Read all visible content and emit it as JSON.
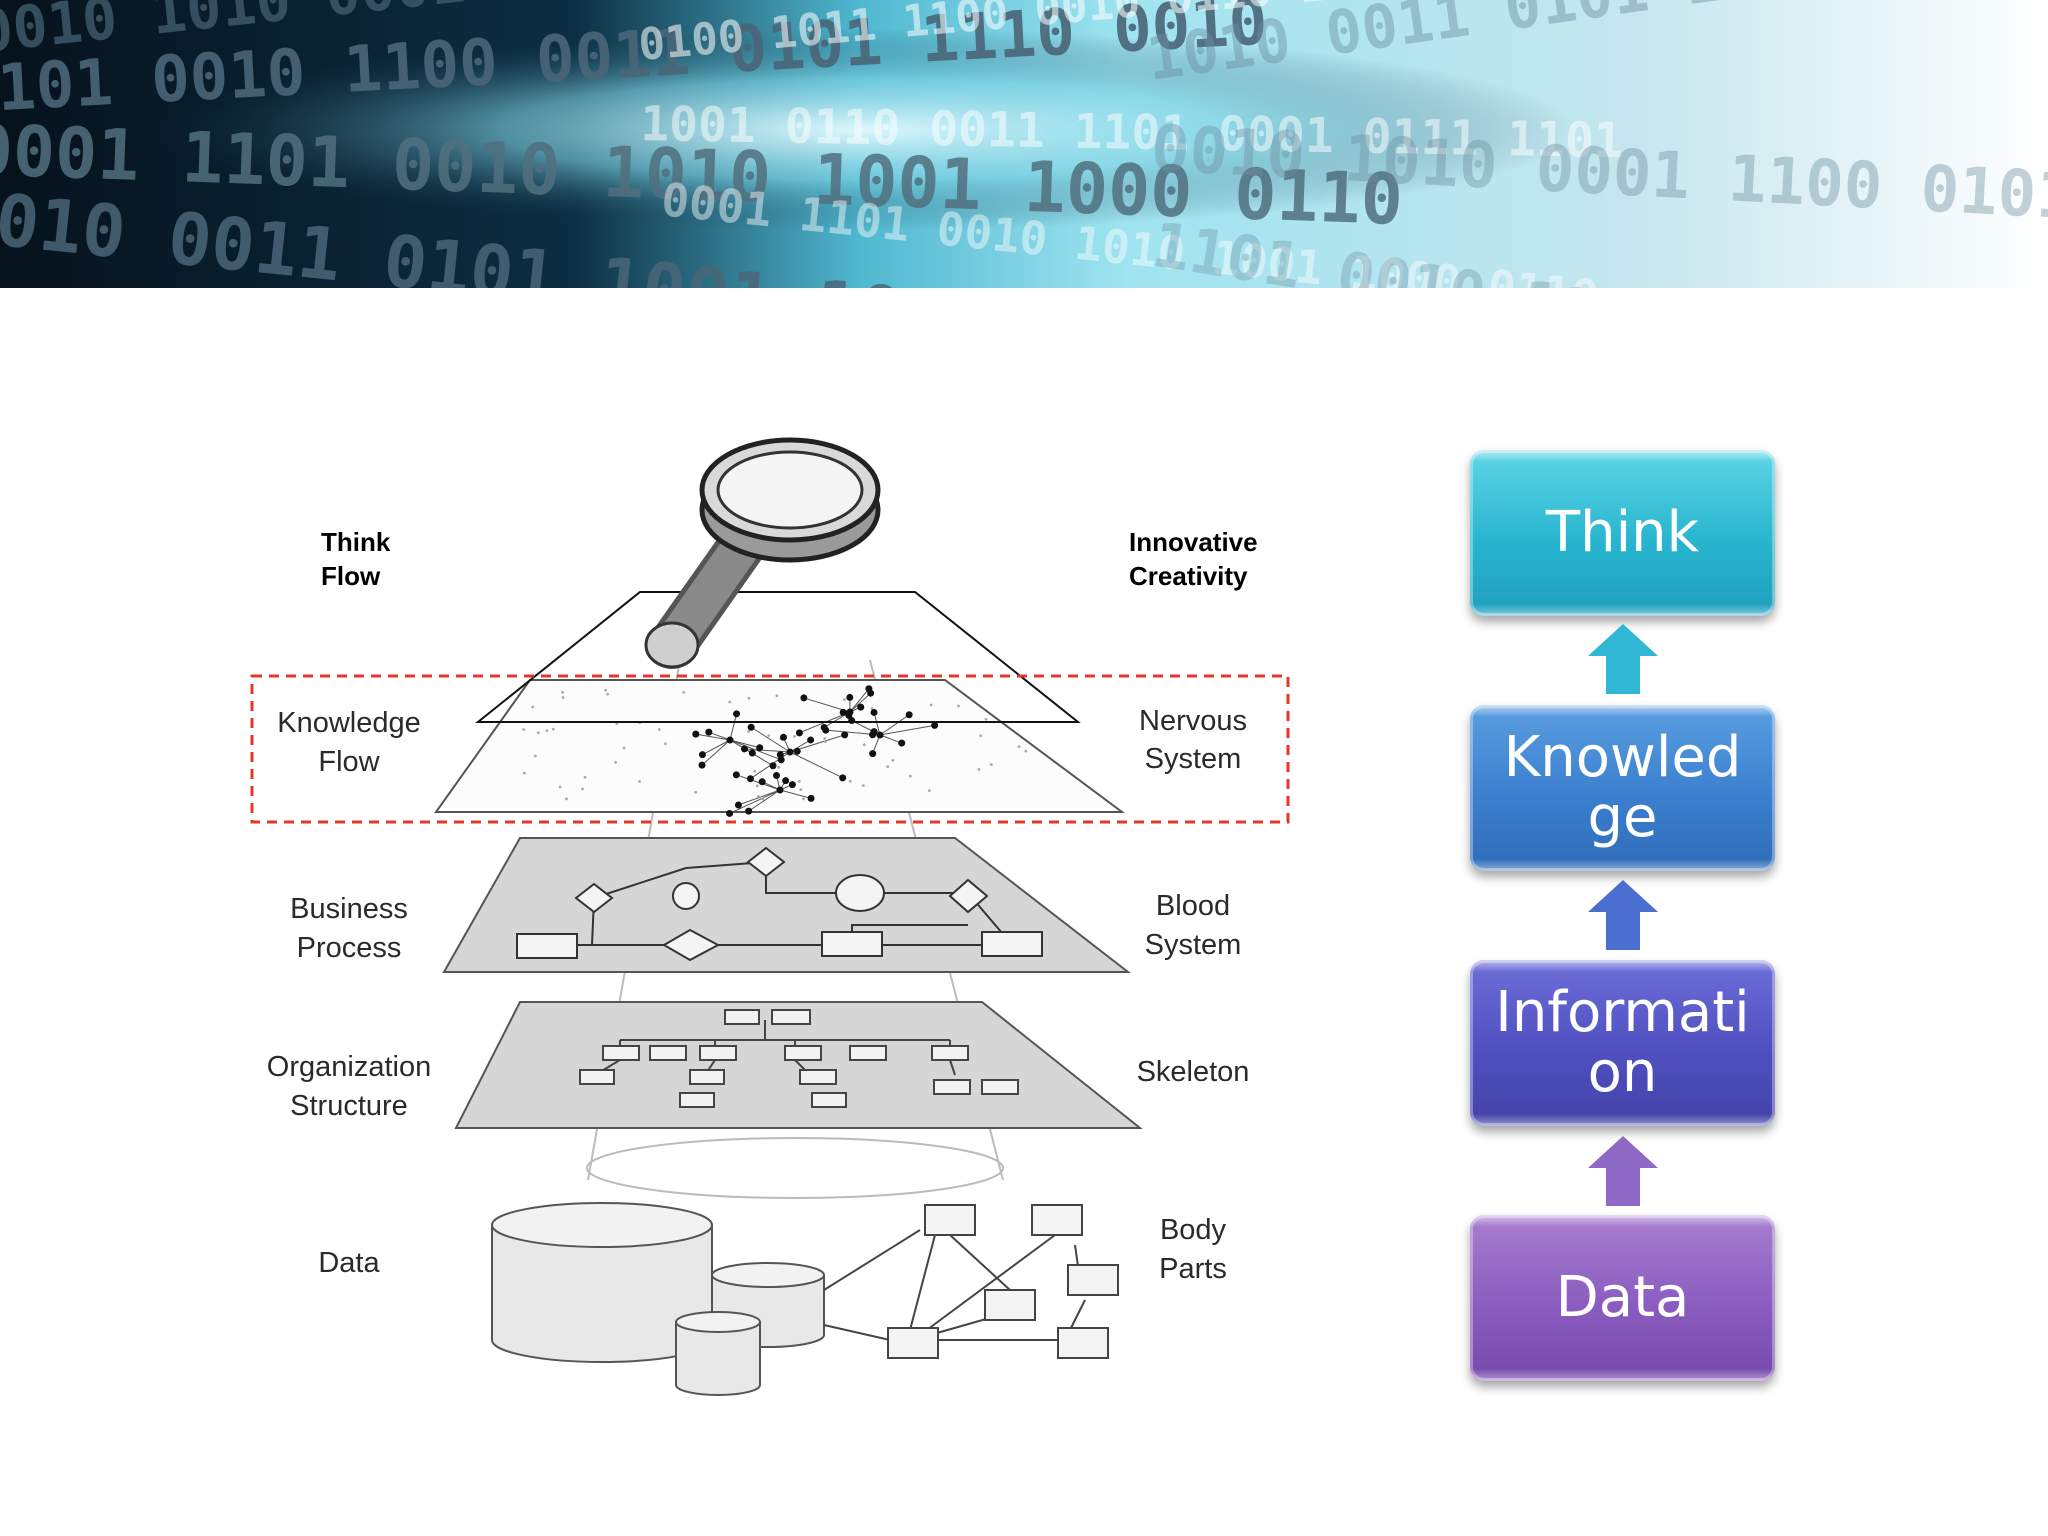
{
  "banner": {
    "rows": [
      "0010 1010 0001 1100 0101 0100 1010",
      "1101 0010 1100 0011 0101 1110 0010",
      "0001 1101 0010 1010 1001 1000 0110",
      "1010 0011 0101 1001 1010 1100 1011",
      "0100 1011 1100 0010 0110 1010 0101",
      "1001 0110 0011 1101 0001 0111 1101"
    ]
  },
  "diagram": {
    "left_labels": {
      "think_flow": [
        "Think",
        "Flow"
      ],
      "knowledge_flow": [
        "Knowledge",
        "Flow"
      ],
      "business_process": [
        "Business",
        "Process"
      ],
      "organization_structure": [
        "Organization",
        "Structure"
      ],
      "data": "Data"
    },
    "right_labels": {
      "innovative_creativity": [
        "Innovative",
        "Creativity"
      ],
      "nervous_system": [
        "Nervous",
        "System"
      ],
      "blood_system": [
        "Blood",
        "System"
      ],
      "skeleton": "Skeleton",
      "body_parts": [
        "Body",
        "Parts"
      ]
    },
    "highlight_color": "#e0392b"
  },
  "hierarchy": {
    "levels": [
      "Think",
      "Knowledge",
      "Information",
      "Data"
    ],
    "colors": [
      "#28b5cf",
      "#3b7fcf",
      "#4f4fc0",
      "#8a5cbf"
    ]
  }
}
